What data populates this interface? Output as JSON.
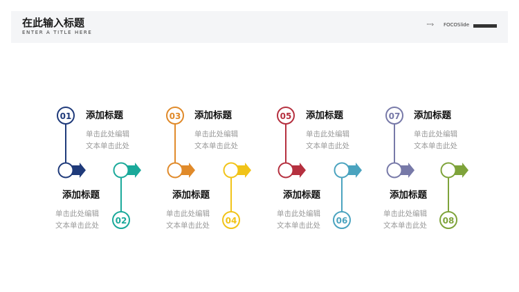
{
  "header": {
    "title": "在此输入标题",
    "subtitle": "ENTER A TITLE HERE",
    "brand": "FOCOSlide",
    "arrow_icon": "dotted-arrow-icon"
  },
  "steps": [
    {
      "number": "01",
      "title": "添加标题",
      "desc_line1": "单击此处编辑",
      "desc_line2": "文本单击此处",
      "color": "#1f3a7a"
    },
    {
      "number": "02",
      "title": "添加标题",
      "desc_line1": "单击此处编辑",
      "desc_line2": "文本单击此处",
      "color": "#1aa99a"
    },
    {
      "number": "03",
      "title": "添加标题",
      "desc_line1": "单击此处编辑",
      "desc_line2": "文本单击此处",
      "color": "#e08a2a"
    },
    {
      "number": "04",
      "title": "添加标题",
      "desc_line1": "单击此处编辑",
      "desc_line2": "文本单击此处",
      "color": "#f1c318"
    },
    {
      "number": "05",
      "title": "添加标题",
      "desc_line1": "单击此处编辑",
      "desc_line2": "文本单击此处",
      "color": "#b5303f"
    },
    {
      "number": "06",
      "title": "添加标题",
      "desc_line1": "单击此处编辑",
      "desc_line2": "文本单击此处",
      "color": "#4aa3bf"
    },
    {
      "number": "07",
      "title": "添加标题",
      "desc_line1": "单击此处编辑",
      "desc_line2": "文本单击此处",
      "color": "#7779a8"
    },
    {
      "number": "08",
      "title": "添加标题",
      "desc_line1": "单击此处编辑",
      "desc_line2": "文本单击此处",
      "color": "#7ea33a"
    }
  ]
}
